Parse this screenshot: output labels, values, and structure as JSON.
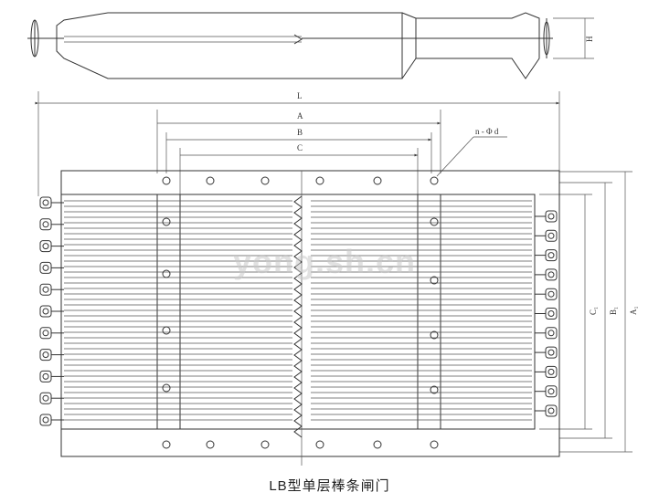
{
  "title": "LB型单层棒条闸门",
  "watermark": "yong.sh.cn",
  "labels": {
    "H": "H",
    "L": "L",
    "A": "A",
    "B": "B",
    "C": "C",
    "hole_note": "n - Φ d",
    "C1": "C₁",
    "B1": "B₁",
    "A1": "A₁"
  },
  "left_handles": 11,
  "right_handles": 11
}
